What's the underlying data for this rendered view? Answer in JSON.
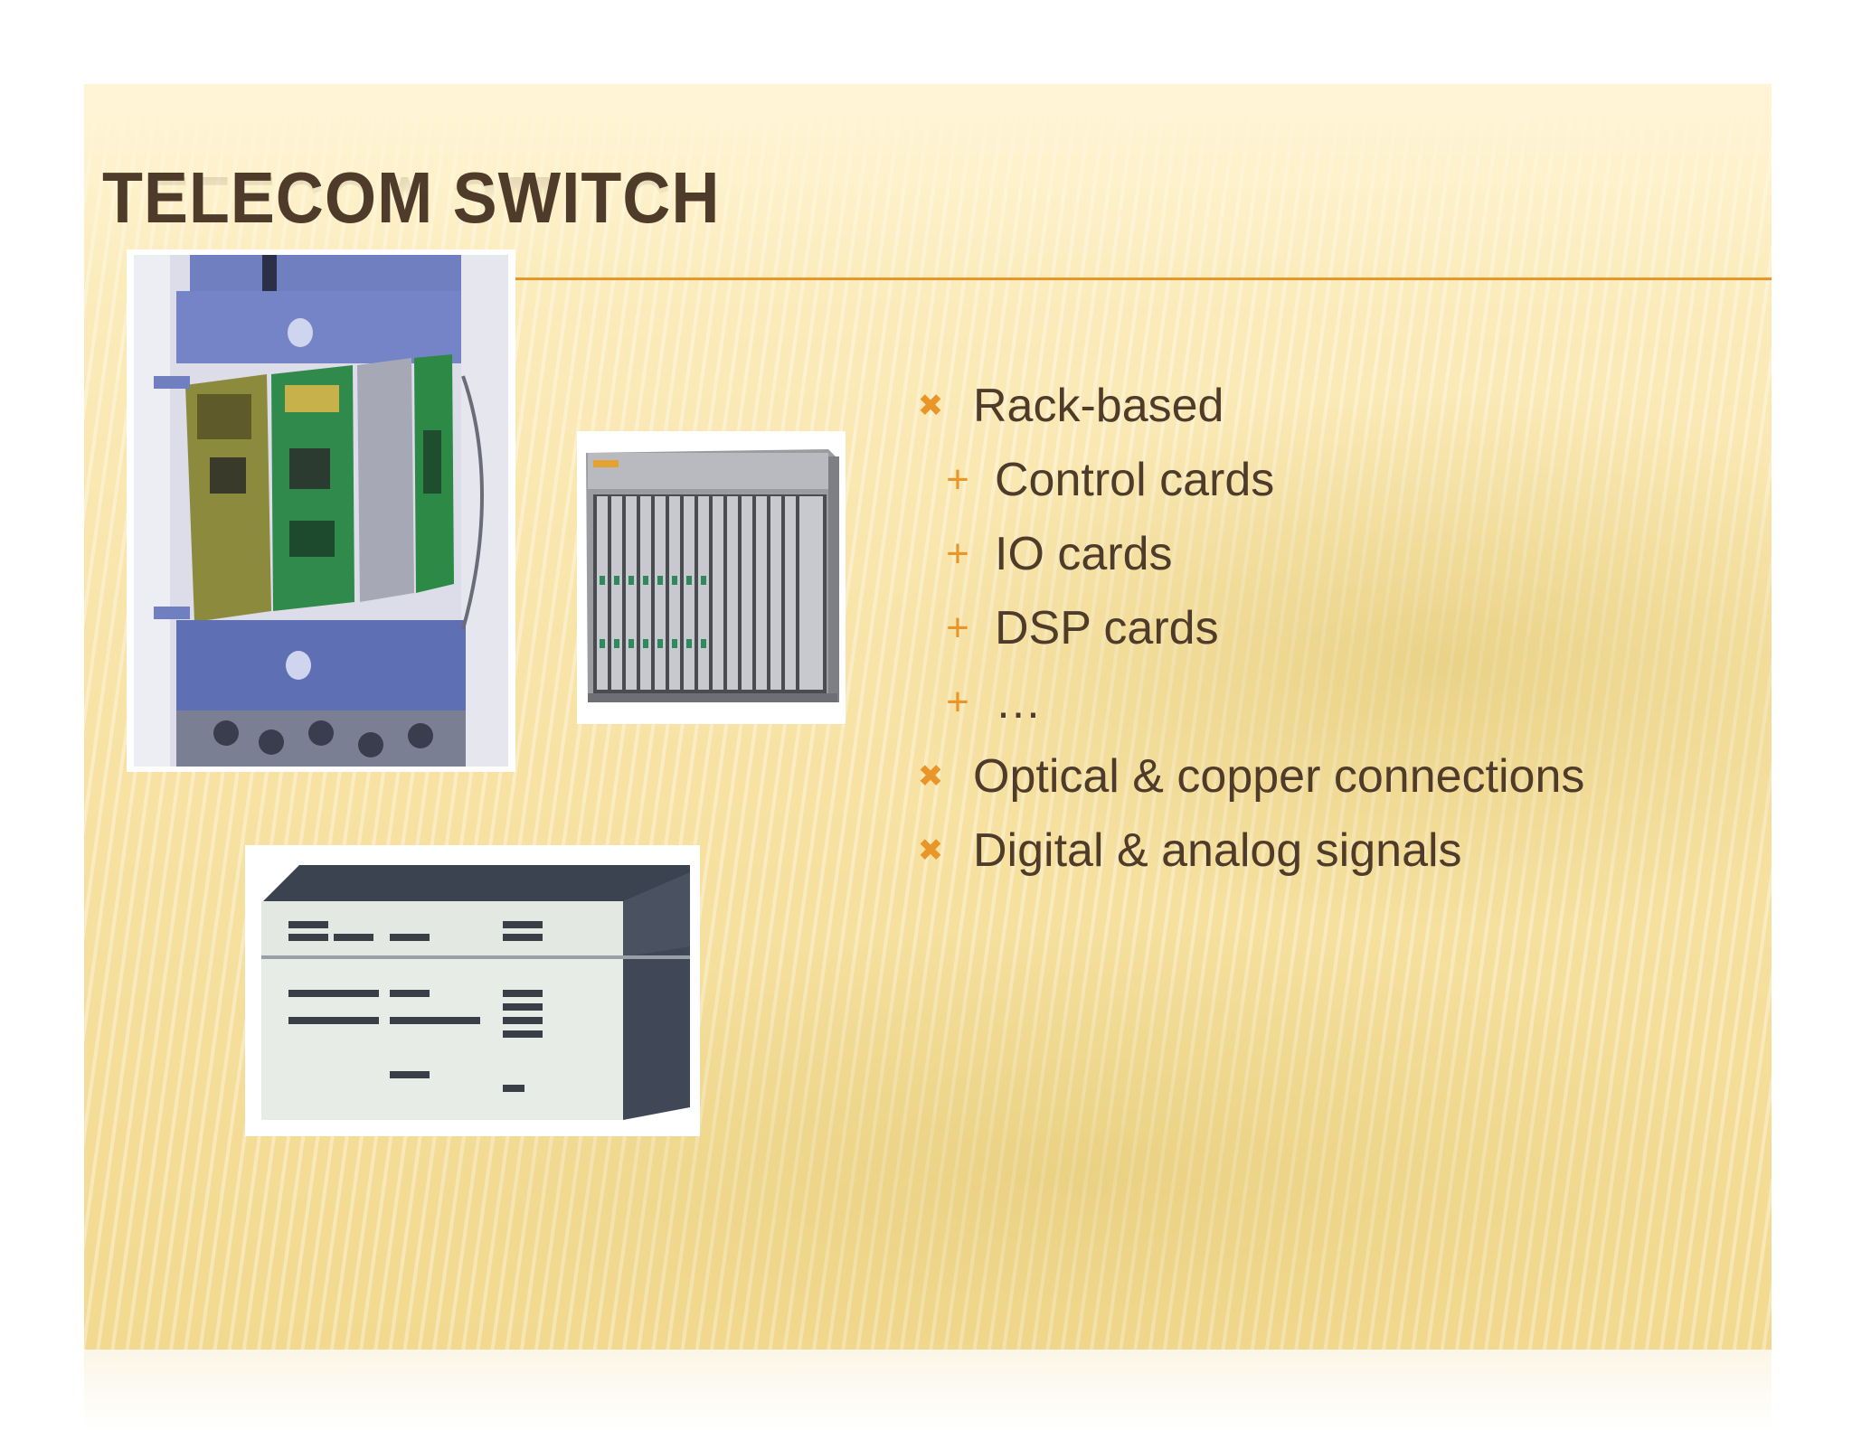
{
  "slide": {
    "title": "TELECOM SWITCH",
    "bullets": [
      {
        "level": 1,
        "mark": "✖",
        "text": "Rack-based"
      },
      {
        "level": 2,
        "mark": "+",
        "text": "Control cards"
      },
      {
        "level": 2,
        "mark": "+",
        "text": "IO cards"
      },
      {
        "level": 2,
        "mark": "+",
        "text": "DSP cards"
      },
      {
        "level": 2,
        "mark": "+",
        "text": "…"
      },
      {
        "level": 1,
        "mark": "✖",
        "text": "Optical & copper connections"
      },
      {
        "level": 1,
        "mark": "✖",
        "text": "Digital & analog signals"
      }
    ],
    "images": {
      "rack": "rack-with-cards-photo",
      "chassis": "rack-chassis-photo",
      "switch": "stacked-switch-units-photo"
    }
  },
  "colors": {
    "title": "#4e3b2a",
    "text": "#4e3b2a",
    "accent": "#e8962a",
    "background": "#f8e4a8"
  }
}
